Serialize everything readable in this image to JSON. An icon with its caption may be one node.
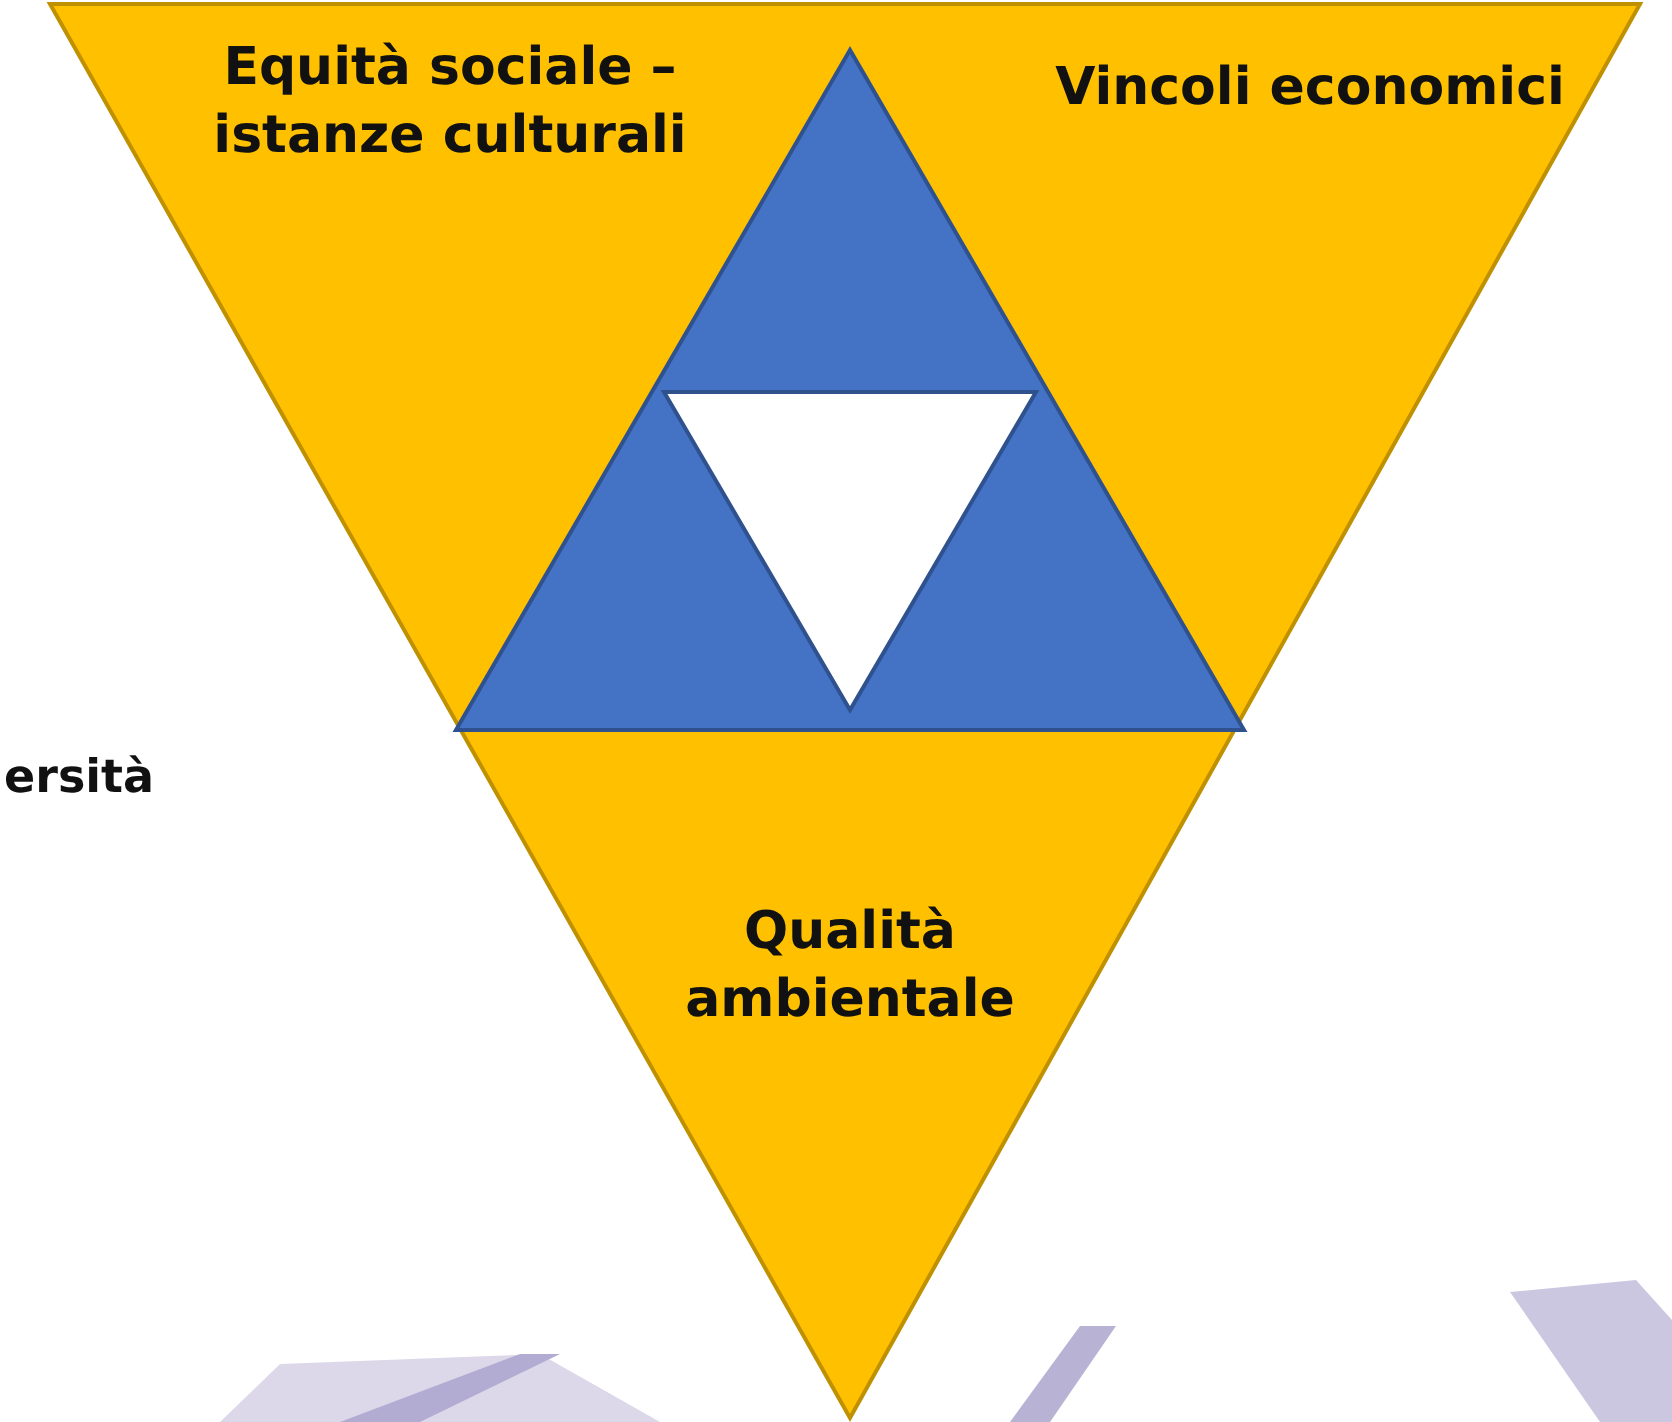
{
  "diagram": {
    "nodes": [
      {
        "text": [
          "Equità sociale – istanze culturali",
          "Vincoli economici",
          "Qualità ambientale"
        ]
      },
      {
        "text": [],
        "shape": "triangle",
        "in": 0
      },
      {
        "text": [],
        "shape": "triangle",
        "in": 1
      }
    ],
    "labels": [
      "ersità"
    ]
  }
}
